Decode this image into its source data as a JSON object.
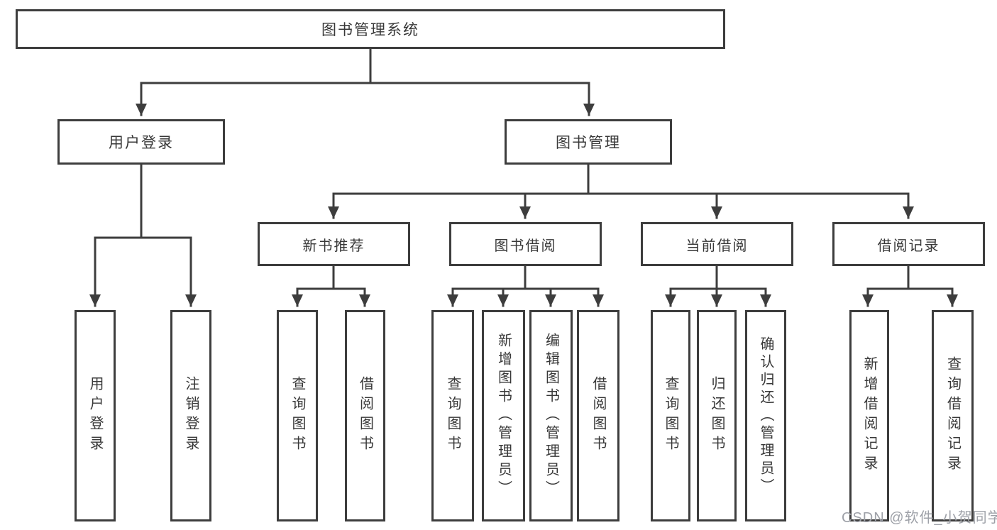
{
  "diagram": {
    "root": {
      "label": "图书管理系统"
    },
    "branches": [
      {
        "label": "用户登录",
        "children": [
          {
            "label": "用户登录"
          },
          {
            "label": "注销登录"
          }
        ]
      },
      {
        "label": "图书管理",
        "children": [
          {
            "label": "新书推荐",
            "children": [
              {
                "label": "查询图书"
              },
              {
                "label": "借阅图书"
              }
            ]
          },
          {
            "label": "图书借阅",
            "children": [
              {
                "label": "查询图书"
              },
              {
                "label": "新增图书（管理员）"
              },
              {
                "label": "编辑图书（管理员）"
              },
              {
                "label": "借阅图书"
              }
            ]
          },
          {
            "label": "当前借阅",
            "children": [
              {
                "label": "查询图书"
              },
              {
                "label": "归还图书"
              },
              {
                "label": "确认归还（管理员）"
              }
            ]
          },
          {
            "label": "借阅记录",
            "children": [
              {
                "label": "新增借阅记录"
              },
              {
                "label": "查询借阅记录"
              }
            ]
          }
        ]
      }
    ]
  },
  "watermark": {
    "text": "CSDN @软件_小贺同学"
  },
  "colors": {
    "background": "#ffffff",
    "line": "#3d3d3d",
    "box_border": "#3d3d3d",
    "text": "#383838",
    "watermark": "#9ea1a8"
  }
}
